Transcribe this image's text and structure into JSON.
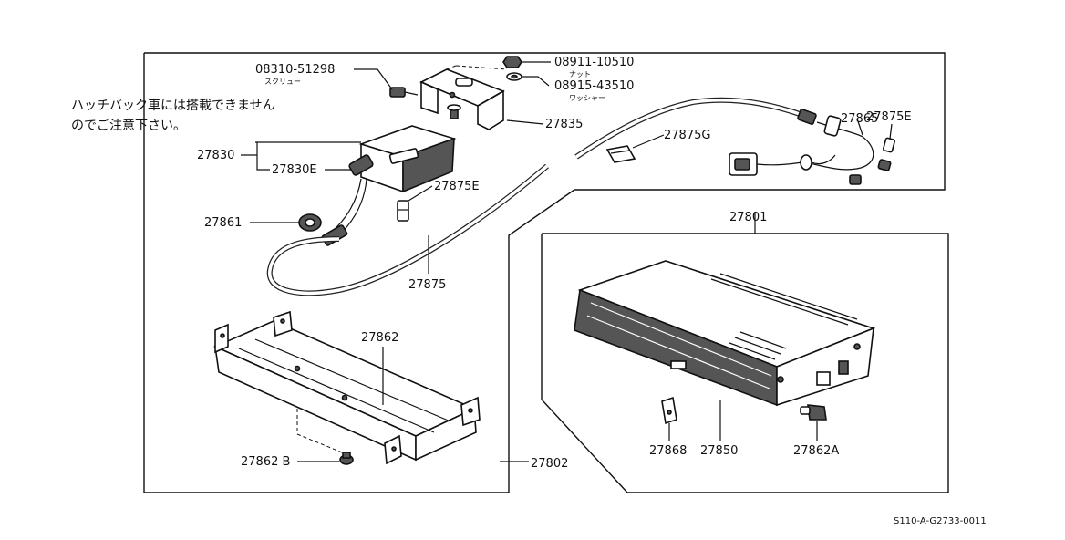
{
  "note": {
    "line1": "ハッチバック車には搭載できません",
    "line2": "のでご注意下さい。"
  },
  "labels": {
    "screw_num": "08310-51298",
    "screw_name": "スクリュー",
    "nut_num": "08911-10510",
    "nut_name": "ナット",
    "washer_num": "08915-43510",
    "washer_name": "ワッシャー",
    "p27835": "27835",
    "p27830": "27830",
    "p27830E": "27830E",
    "p27875E_left": "27875E",
    "p27861": "27861",
    "p27875": "27875",
    "p27875G": "27875G",
    "p27865": "27865",
    "p27875E_right": "27875E",
    "p27801": "27801",
    "p27862": "27862",
    "p27862B": "27862 B",
    "p27802": "27802",
    "p27868": "27868",
    "p27850": "27850",
    "p27862A": "27862A"
  },
  "diagram_code": "S110-A-G2733-0011"
}
